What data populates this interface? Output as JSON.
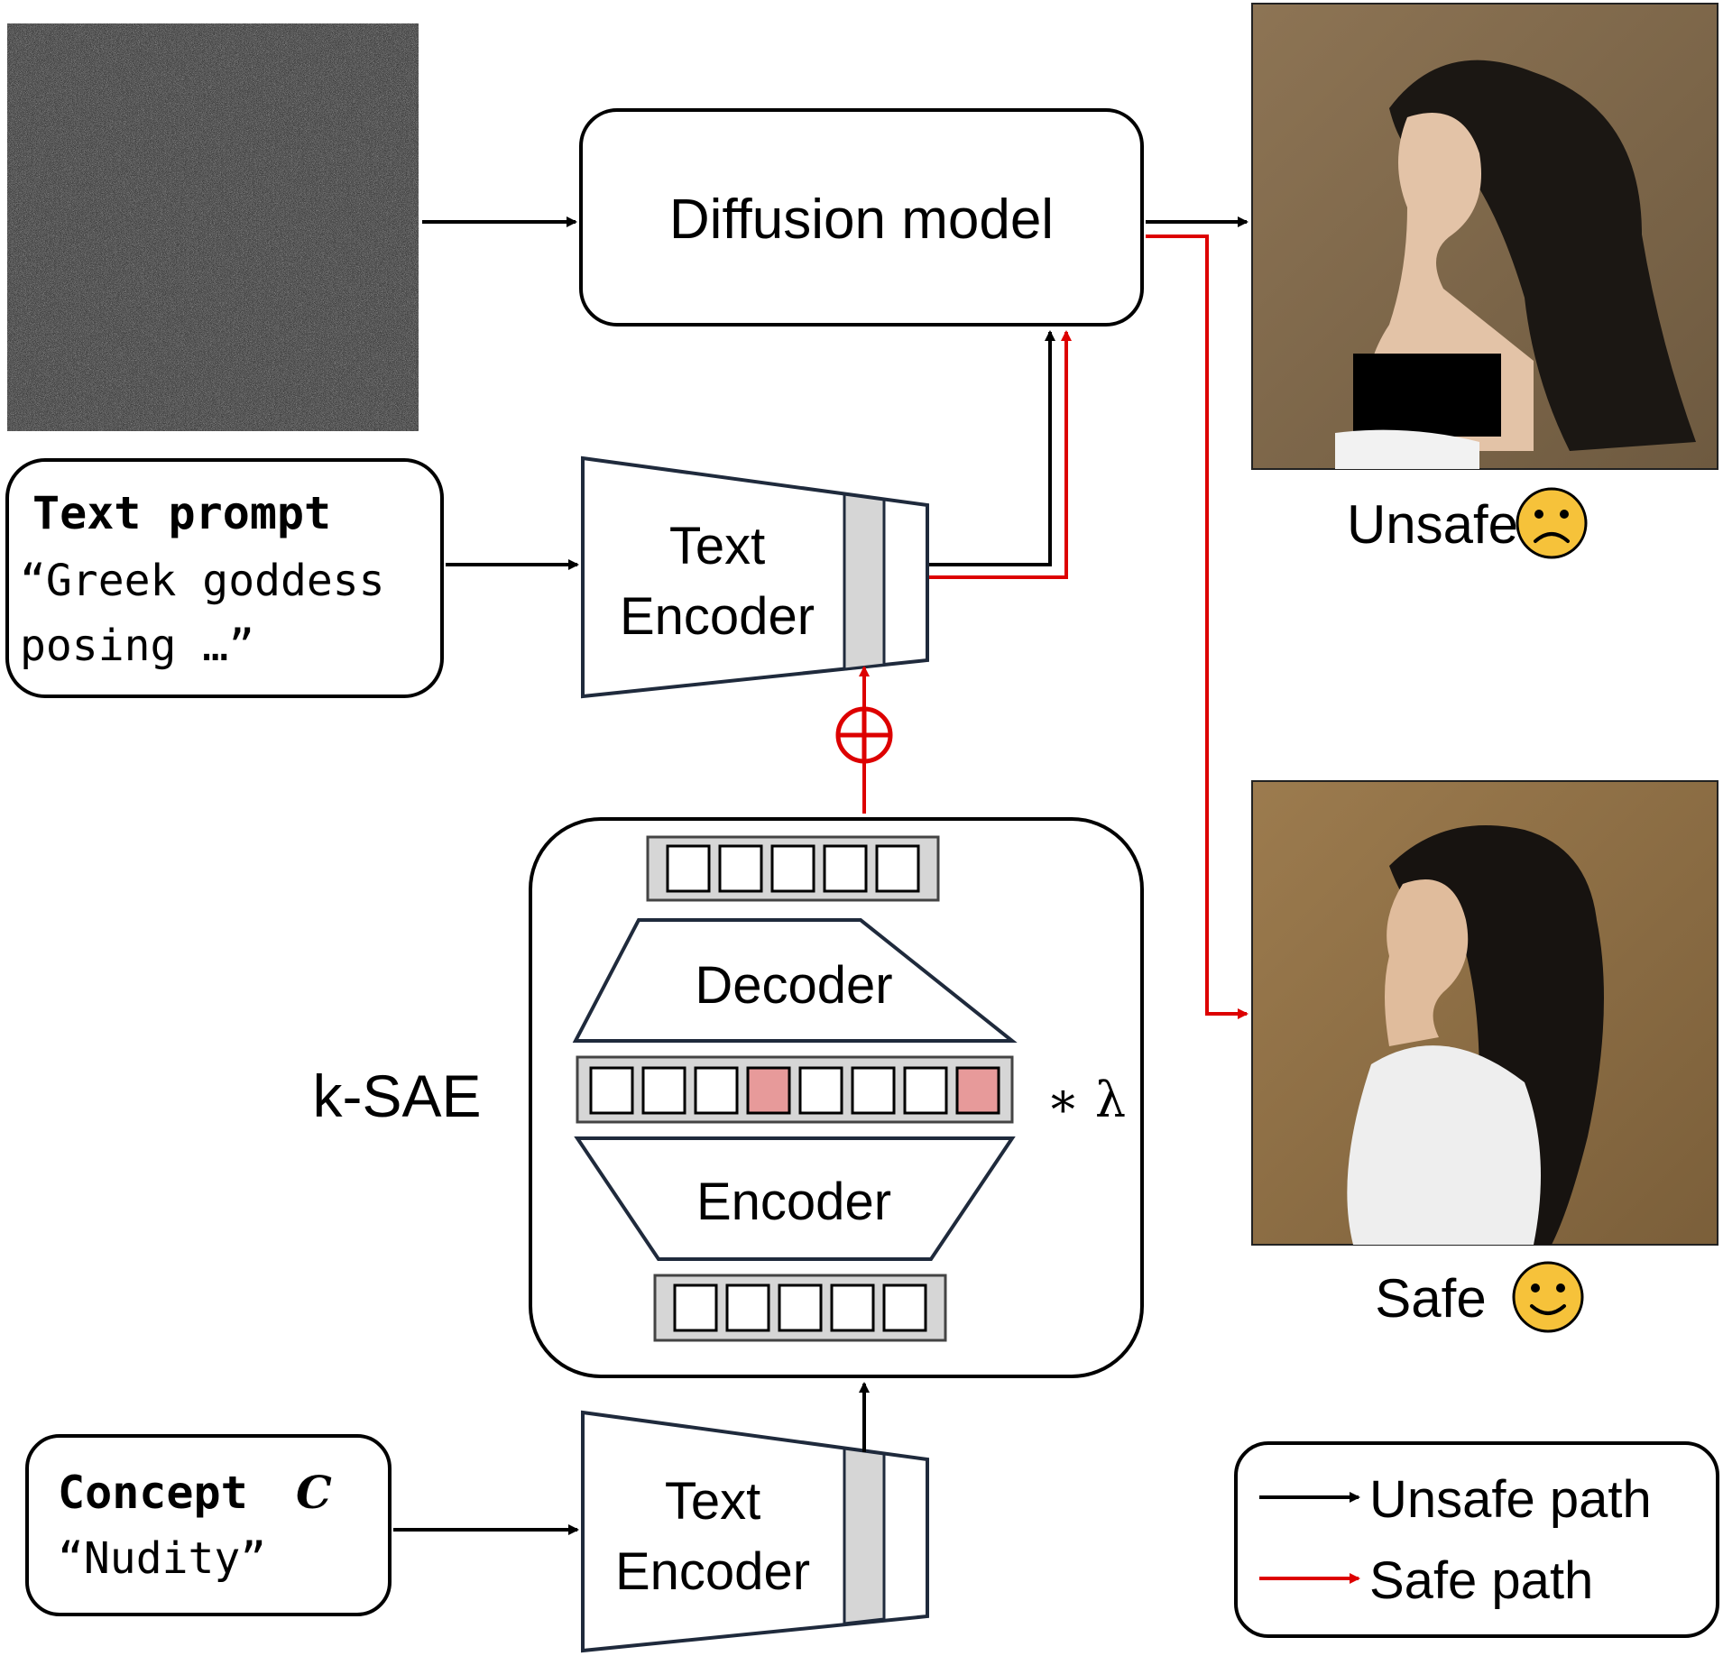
{
  "diffusion_model": {
    "label": "Diffusion model"
  },
  "text_prompt": {
    "title": "Text prompt",
    "line1": "“Greek goddess",
    "line2": "posing …”"
  },
  "top_encoder": {
    "line1": "Text",
    "line2": "Encoder"
  },
  "bottom_encoder": {
    "line1": "Text",
    "line2": "Encoder"
  },
  "concept": {
    "title": "Concept",
    "symbol": "C",
    "value": "“Nudity”"
  },
  "sae": {
    "label": "k-SAE",
    "decoder": "Decoder",
    "encoder": "Encoder",
    "scale": "∗ λ",
    "latent_highlight": [
      false,
      false,
      false,
      true,
      false,
      false,
      false,
      true
    ]
  },
  "outputs": {
    "unsafe_label": "Unsafe",
    "safe_label": "Safe"
  },
  "legend": {
    "unsafe_path": "Unsafe path",
    "safe_path": "Safe path"
  },
  "colors": {
    "unsafe_path": "#000000",
    "safe_path": "#dd0000",
    "encoder_stroke": "#1f2a3c",
    "latent_fill": "#d6d6d6",
    "highlight_cell": "#e79a9a",
    "emoji_face": "#f6c23a"
  },
  "icons": {
    "unsafe_emoji": "frowning-face-icon",
    "safe_emoji": "smiling-face-icon"
  }
}
